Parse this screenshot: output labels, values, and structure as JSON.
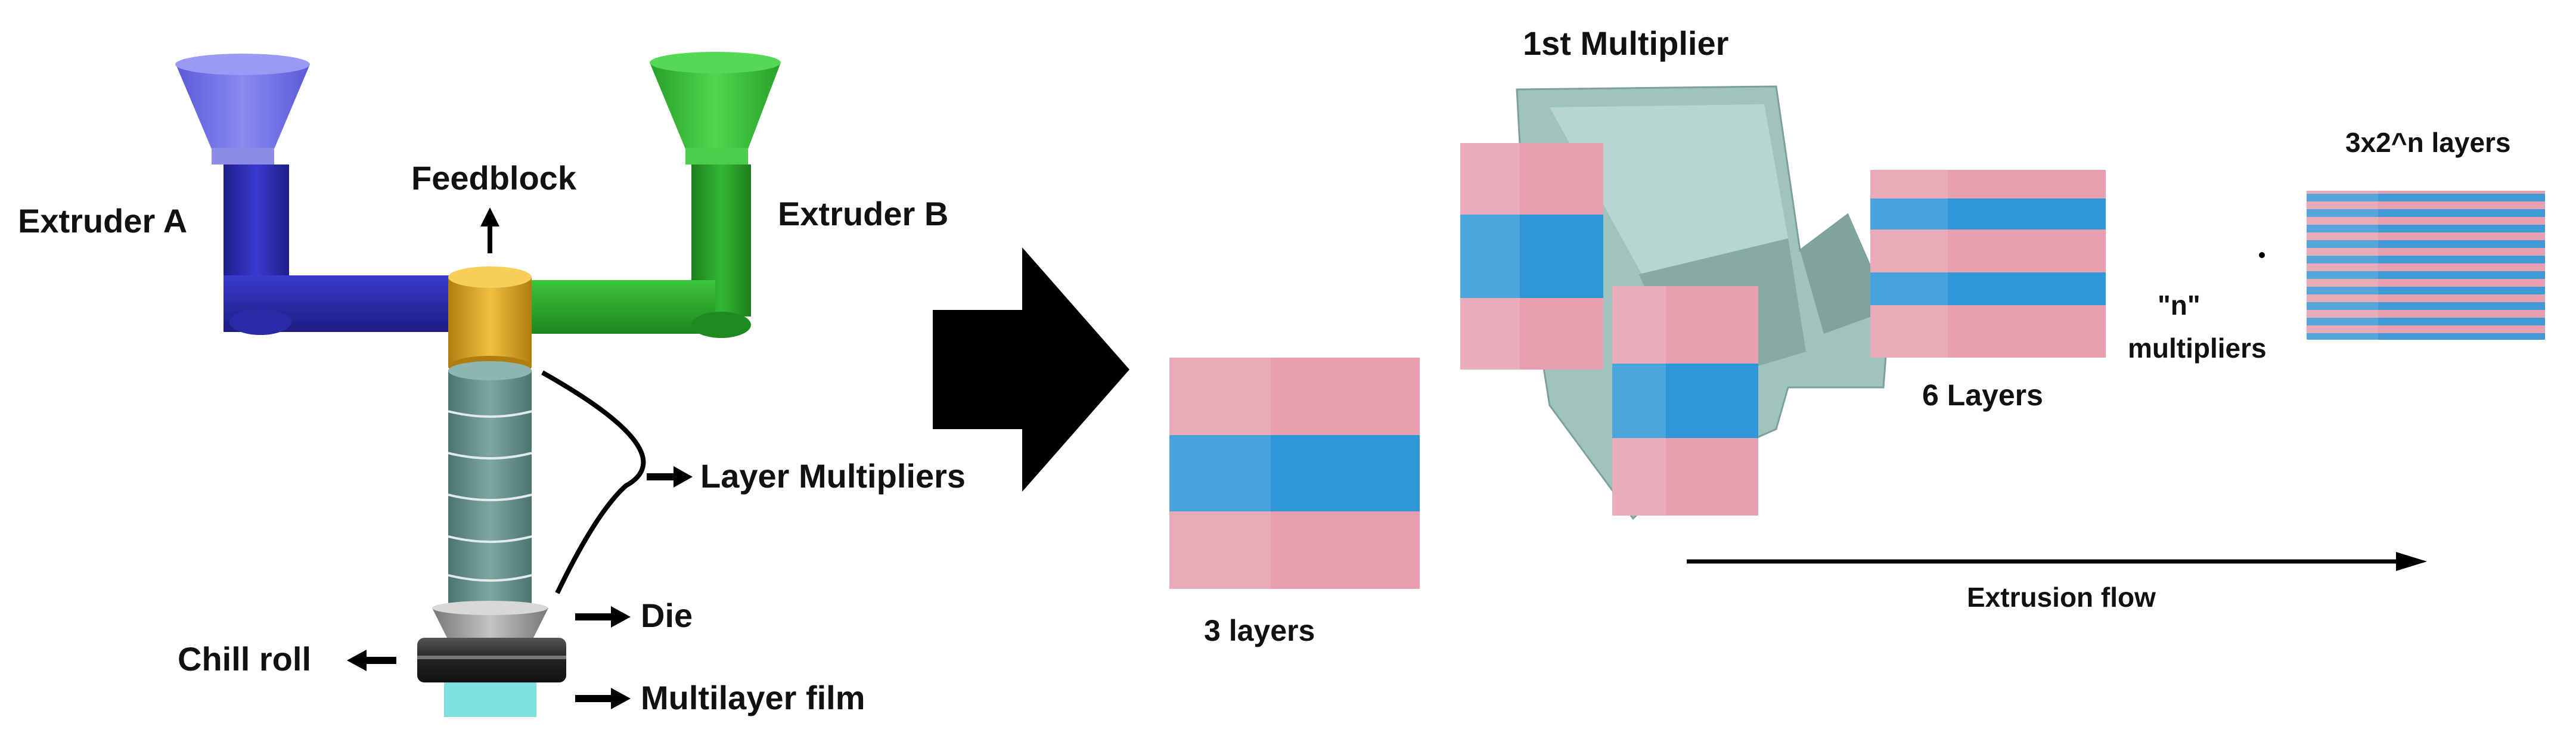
{
  "labels": {
    "extruder_a": "Extruder A",
    "extruder_b": "Extruder B",
    "feedblock": "Feedblock",
    "layer_multipliers": "Layer Multipliers",
    "die": "Die",
    "chill_roll": "Chill roll",
    "multilayer_film": "Multilayer film",
    "three_layers": "3 layers",
    "first_multiplier": "1st Multiplier",
    "six_layers": "6 Layers",
    "n_multipliers_line1": "\"n\"",
    "n_multipliers_line2": "multipliers",
    "final_layers": "3x2^n layers",
    "extrusion_flow": "Extrusion flow"
  },
  "colors": {
    "extruder_a": "#2f2fb8",
    "extruder_a_hopper": "#7b7be8",
    "extruder_b": "#2aa32a",
    "extruder_b_hopper": "#3cc43c",
    "feedblock": "#e0a81c",
    "multiplier_column": "#5f8a86",
    "die": "#9a9a9a",
    "chill_roll": "#2a2a2a",
    "film": "#7fe0e0",
    "layer_pink": "#e8a0b0",
    "layer_blue": "#2f97d8",
    "multiplier_block": "#9fc4bd"
  }
}
